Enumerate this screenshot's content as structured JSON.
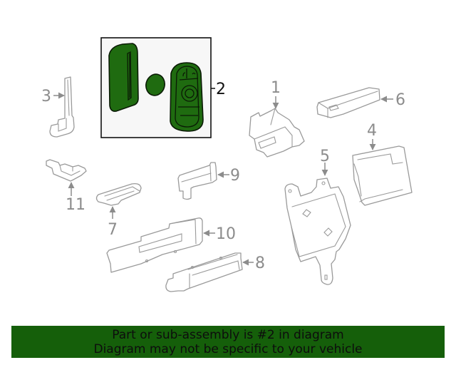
{
  "diagram": {
    "highlighted_part": "2",
    "highlight_color": "#1f6b10",
    "callouts": [
      {
        "id": "1",
        "label": "1"
      },
      {
        "id": "2",
        "label": "2"
      },
      {
        "id": "3",
        "label": "3"
      },
      {
        "id": "4",
        "label": "4"
      },
      {
        "id": "5",
        "label": "5"
      },
      {
        "id": "6",
        "label": "6"
      },
      {
        "id": "7",
        "label": "7"
      },
      {
        "id": "8",
        "label": "8"
      },
      {
        "id": "9",
        "label": "9"
      },
      {
        "id": "10",
        "label": "10"
      },
      {
        "id": "11",
        "label": "11"
      }
    ]
  },
  "banner": {
    "line1": "Part or sub-assembly is #2 in diagram",
    "line2": "Diagram may not be specific to your vehicle",
    "background": "#155f0a"
  }
}
